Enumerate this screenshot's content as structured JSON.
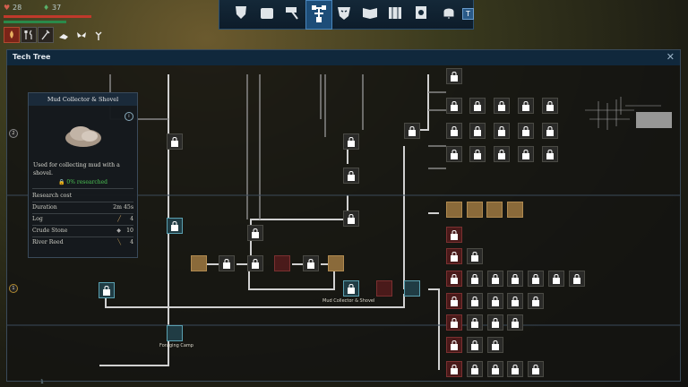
{
  "hud": {
    "health": "28",
    "energy": "37",
    "health_color": "#c0392b",
    "energy_color": "#2a8a4a",
    "quickbar_icons": [
      "campfire-icon",
      "cutlery-icon",
      "tools-icon",
      "pet-icon",
      "butterfly-icon",
      "flower-icon"
    ]
  },
  "nav": {
    "tabs": [
      "character-icon",
      "inventory-icon",
      "crafting-hammer-icon",
      "tech-tree-icon",
      "mask-icon",
      "journal-icon",
      "map-icon",
      "contract-icon",
      "bell-icon"
    ],
    "selected_tab": "tech-tree-icon",
    "hotkey": "T"
  },
  "panel": {
    "title": "Tech Tree",
    "close_label": "✕",
    "side_markers": [
      "2",
      "1"
    ],
    "bottom_marker": "1"
  },
  "tooltip": {
    "title": "Mud Collector & Shovel",
    "info_label": "i",
    "description": "Used for collecting mud with a shovel.",
    "progress": "0% researched",
    "research_cost_label": "Research cost",
    "duration_label": "Duration",
    "duration_value": "2m 45s",
    "costs": [
      {
        "name": "Log",
        "amount": "4",
        "icon": "log-icon"
      },
      {
        "name": "Crude Stone",
        "amount": "10",
        "icon": "stone-icon"
      },
      {
        "name": "River Reed",
        "amount": "4",
        "icon": "reed-icon"
      }
    ]
  },
  "nodes": {
    "mud_collector_label": "Mud Collector & Shovel",
    "foraging_camp_label": "Foraging Camp"
  },
  "colors": {
    "panel_header": "#10283c",
    "nav_selected": "#1d4d78",
    "researched_green": "#4cc454",
    "connector": "#d0d0d0"
  }
}
